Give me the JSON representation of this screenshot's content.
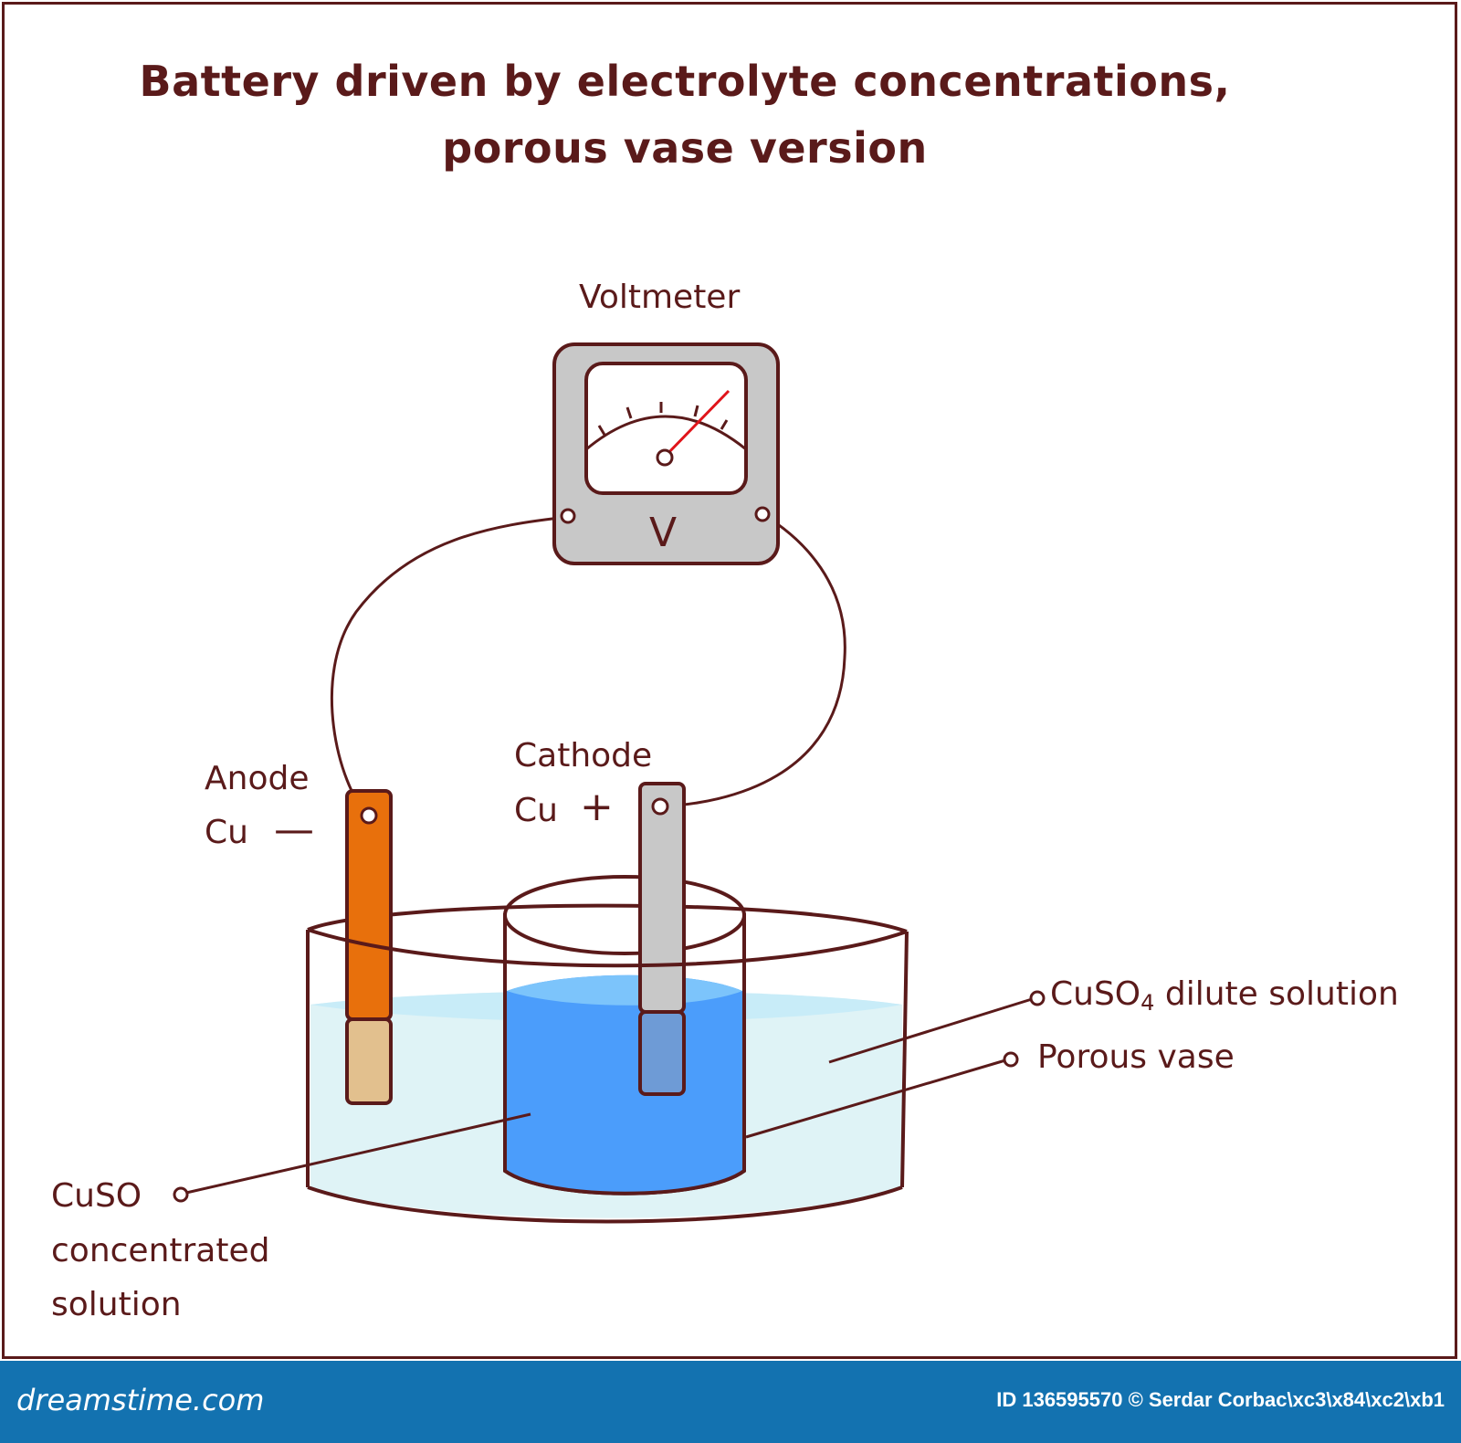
{
  "title": {
    "line1": "Battery driven by electrolyte concentrations,",
    "line2": "porous vase version"
  },
  "labels": {
    "voltmeter": "Voltmeter",
    "voltmeter_symbol": "V",
    "anode": "Anode",
    "anode_metal": "Cu",
    "anode_sign": "—",
    "cathode": "Cathode",
    "cathode_metal": "Cu",
    "cathode_sign": "+",
    "dilute_prefix": "CuSO",
    "dilute_subscript": "4",
    "dilute_suffix": " dilute solution",
    "porous_vase": "Porous vase",
    "concentrated_line1": "CuSO",
    "concentrated_line2": "concentrated",
    "concentrated_line3": "solution"
  },
  "footer": {
    "logo": "dreamstime.com",
    "id_text": "ID 136595570 © Serdar Corbac\\xc3\\x84\\xc2\\xb1"
  },
  "colors": {
    "outline": "#5a1a1a",
    "anode_copper": "#e8700c",
    "anode_submerged": "#e2c08e",
    "cathode_gray": "#c8c8c8",
    "cathode_submerged": "#6e9bd6",
    "dilute_solution": "#dff3f6",
    "dilute_surface": "#c8ecf8",
    "concentrated_solution": "#4b9dfb",
    "concentrated_surface": "#7cc4fb",
    "needle": "#e0141a",
    "footer_bg": "#1372b0"
  }
}
